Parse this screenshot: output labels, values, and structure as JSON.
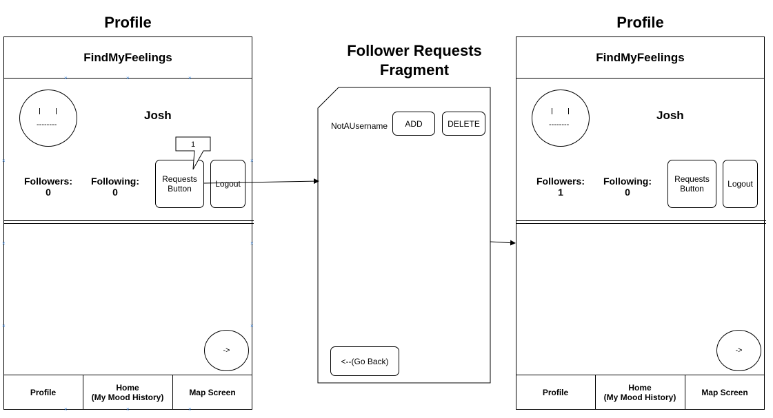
{
  "left_screen": {
    "heading": "Profile",
    "app_title": "FindMyFeelings",
    "username": "Josh",
    "face": {
      "eyes": "I   I",
      "mouth": "--------"
    },
    "followers_label": "Followers:",
    "followers_value": "0",
    "following_label": "Following:",
    "following_value": "0",
    "requests_button": "Requests Button",
    "requests_badge": "1",
    "logout_button": "Logout",
    "fab_label": "->",
    "nav": {
      "profile": "Profile",
      "home_line1": "Home",
      "home_line2": "(My Mood History)",
      "map": "Map Screen"
    }
  },
  "fragment": {
    "heading_line1": "Follower Requests",
    "heading_line2": "Fragment",
    "request_username": "NotAUsername",
    "add_button": "ADD",
    "delete_button": "DELETE",
    "back_button": "<--(Go Back)"
  },
  "right_screen": {
    "heading": "Profile",
    "app_title": "FindMyFeelings",
    "username": "Josh",
    "face": {
      "eyes": "I   I",
      "mouth": "--------"
    },
    "followers_label": "Followers:",
    "followers_value": "1",
    "following_label": "Following:",
    "following_value": "0",
    "requests_button": "Requests Button",
    "logout_button": "Logout",
    "fab_label": "->",
    "nav": {
      "profile": "Profile",
      "home_line1": "Home",
      "home_line2": "(My Mood History)",
      "map": "Map Screen"
    }
  }
}
